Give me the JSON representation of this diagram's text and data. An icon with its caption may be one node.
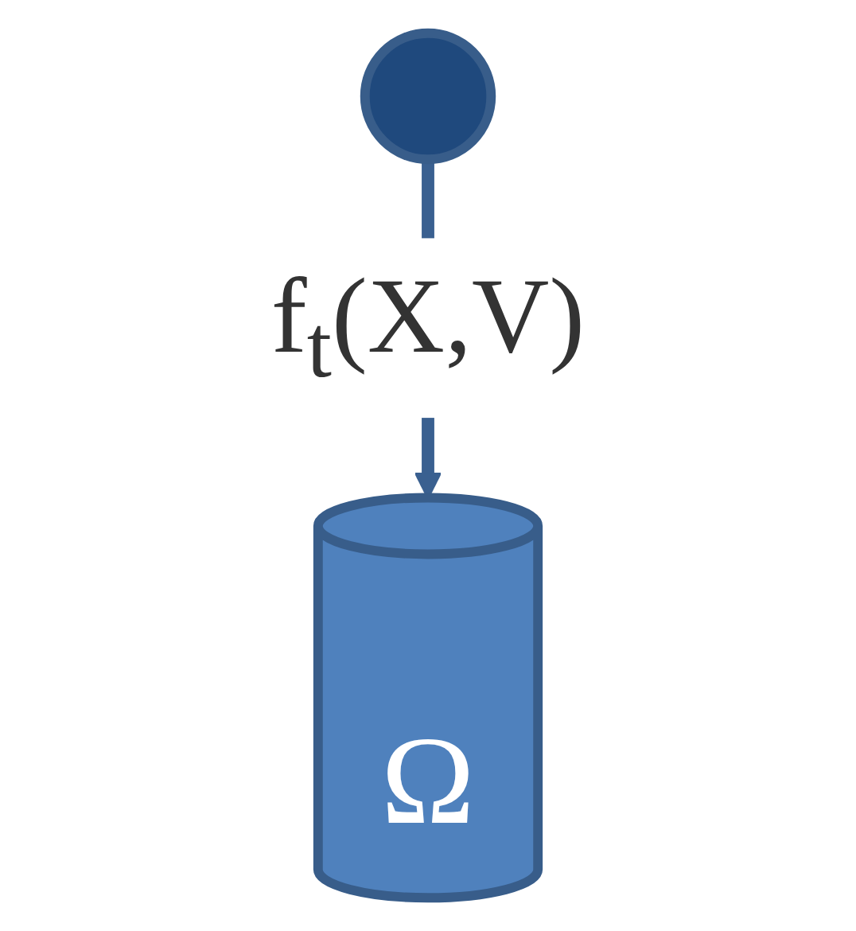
{
  "diagram": {
    "nodes": [
      {
        "text": [],
        "shape": "circle"
      },
      {
        "text": [
          "Ω"
        ]
      }
    ],
    "edges": [
      {
        "from": 0,
        "to": 1,
        "arrow": "to",
        "label": "f$_{t}$(X,V)"
      }
    ]
  }
}
